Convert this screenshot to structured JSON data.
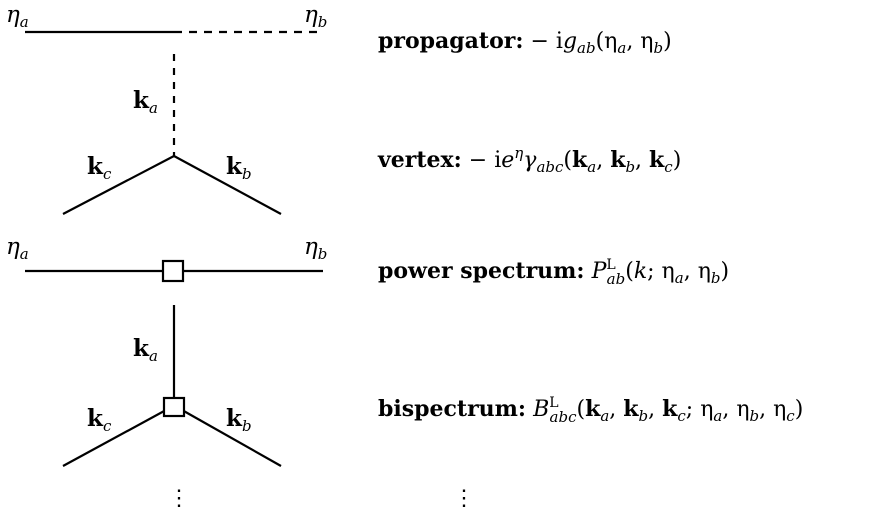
{
  "rules": [
    {
      "name": "propagator",
      "prefix": "propagator:",
      "expr": {
        "lead": "− i",
        "sym": "g",
        "sub": "ab",
        "args": "(η",
        "a1": "a",
        "mid": ", η",
        "a2": "b",
        "close": ")"
      }
    },
    {
      "name": "vertex",
      "prefix": "vertex:",
      "expr": {
        "lead": "− i",
        "sym": "e",
        "sup": "η",
        "greek": "γ",
        "sub": "abc",
        "open": "(",
        "k1": "k",
        "k1s": "a",
        "k2": "k",
        "k2s": "b",
        "k3": "k",
        "k3s": "c",
        "close": ")"
      }
    },
    {
      "name": "power-spectrum",
      "prefix": "power spectrum:",
      "expr": {
        "sym": "P",
        "sup": "L",
        "sub": "ab",
        "open": "(",
        "k": "k",
        "sep": "; η",
        "e1": "a",
        "comma": ", η",
        "e2": "b",
        "close": ")"
      }
    },
    {
      "name": "bispectrum",
      "prefix": "bispectrum:",
      "expr": {
        "sym": "B",
        "sup": "L",
        "sub": "abc",
        "open": "(",
        "k1": "k",
        "k1s": "a",
        "k2": "k",
        "k2s": "b",
        "k3": "k",
        "k3s": "c",
        "sep": "; η",
        "e1": "a",
        "e2": "b",
        "e3": "c",
        "close": ")"
      }
    }
  ],
  "diagram_labels": {
    "eta": "η",
    "eta_a": "a",
    "eta_b": "b",
    "k": "k",
    "k_a": "a",
    "k_b": "b",
    "k_c": "c"
  },
  "ellipsis": "⋮"
}
